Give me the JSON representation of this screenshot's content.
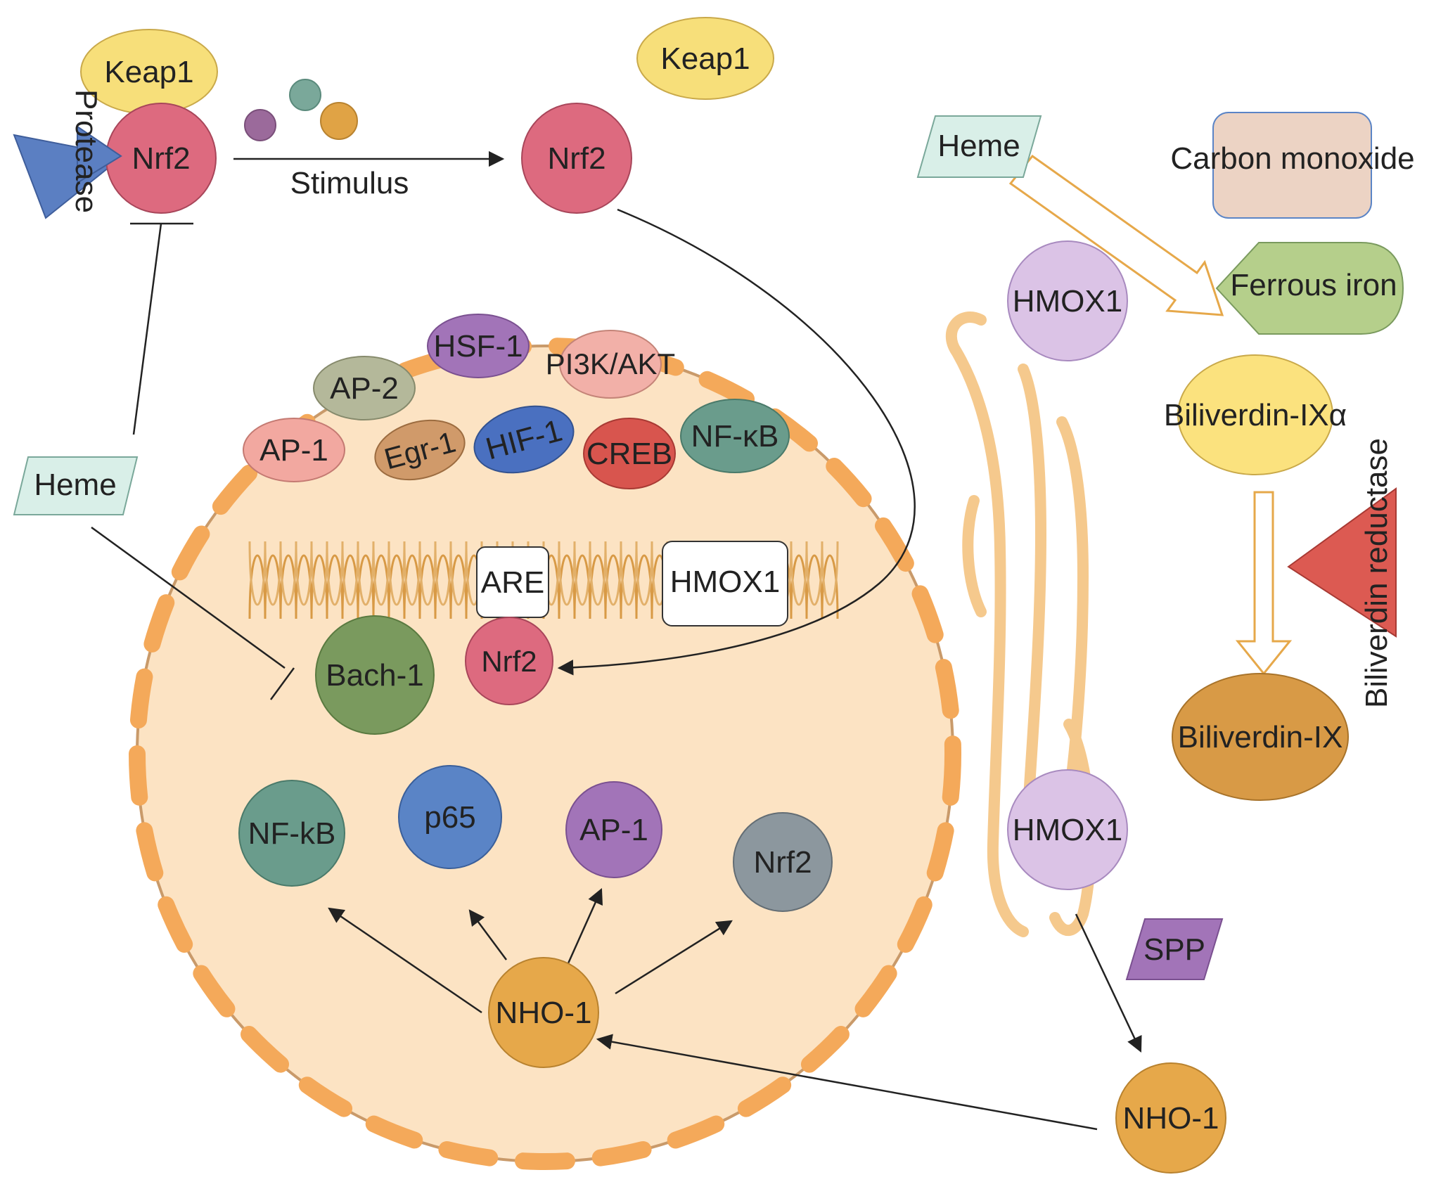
{
  "cytoplasm": {
    "keap1_bound": "Keap1",
    "nrf2_bound": "Nrf2",
    "protease": "Protease",
    "stimulus": "Stimulus",
    "keap1_free": "Keap1",
    "nrf2_free": "Nrf2",
    "heme_left": "Heme"
  },
  "nucleus": {
    "factors": {
      "hsf1": "HSF-1",
      "pi3k_akt": "PI3K/AKT",
      "ap2": "AP-2",
      "ap1": "AP-1",
      "egr1": "Egr-1",
      "hif1": "HIF-1",
      "creb": "CREB",
      "nfkb": "NF-κB"
    },
    "dna": {
      "are": "ARE",
      "hmox1": "HMOX1"
    },
    "bach1": "Bach-1",
    "nrf2_bound": "Nrf2",
    "targets": {
      "nfkb": "NF-kB",
      "p65": "p65",
      "ap1": "AP-1",
      "nrf2": "Nrf2"
    },
    "nho1": "NHO-1"
  },
  "er": {
    "hmox1_top": "HMOX1",
    "hmox1_bottom": "HMOX1",
    "spp": "SPP",
    "nho1": "NHO-1"
  },
  "products": {
    "heme": "Heme",
    "carbon_monoxide": "Carbon monoxide",
    "ferrous_iron": "Ferrous iron",
    "biliverdin_ixa": "Biliverdin-IXα",
    "biliverdin_reductase": "Biliverdin reductase",
    "biliverdin_ix": "Biliverdin-IX"
  },
  "colors": {
    "keap1": "#f7df7a",
    "nrf2": "#dd6a7f",
    "protease": "#5b7fc2",
    "nucleus_fill": "#fce3c3",
    "nucleus_border": "#c99a6a",
    "membrane_dash": "#f4a95a",
    "heme": "#d9efe8",
    "hmox1": "#dbc3e6",
    "spp": "#a274b8",
    "nho1": "#e6a84a",
    "co": "#ecd3c4",
    "iron": "#b5cf8b",
    "biliverdin_ixa": "#fbe27e",
    "biliverdin_ix": "#d89a46",
    "reductase": "#dc5a52",
    "bach1": "#7a9a5e"
  }
}
